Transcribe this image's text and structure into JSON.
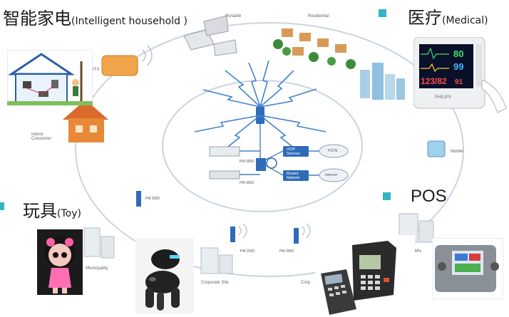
{
  "headings": {
    "smart_home": {
      "zh": "智能家电",
      "en": "Intelligent household"
    },
    "medical": {
      "zh": "医疗",
      "en": "Medical"
    },
    "toy": {
      "zh": "玩具",
      "en": "Toy"
    },
    "pos": {
      "en": "POS"
    }
  },
  "diagram_labels": {
    "portable": "Portable",
    "residential": "Residential",
    "its": "ITS",
    "indoor_consumer": "Indoor\nConsumer",
    "mobile": "Mobile",
    "pm5000": "PM 5000",
    "pm3000": "PM 3000",
    "voip": "VOIP\nServices",
    "routed": "Routed\nNetwork",
    "pstn": "PSTN",
    "internet": "Internet",
    "pm2000_a": "PM 2000",
    "pm2000_b": "PM 2000",
    "pm2000_c": "PM 2000",
    "municipality": "Municipality",
    "corporate_site": "Corporate Site",
    "corp_partial": "Corp",
    "itu_partial": "ITU/MN"
  },
  "medical_monitor": {
    "values": [
      "80",
      "99",
      "123/82",
      "91"
    ],
    "brand": "PHILIPS"
  },
  "colors": {
    "bullet": "#33b5c6",
    "ring": "#c9d4e3",
    "tower": "#2e6bb8",
    "house": "#e8893a"
  }
}
